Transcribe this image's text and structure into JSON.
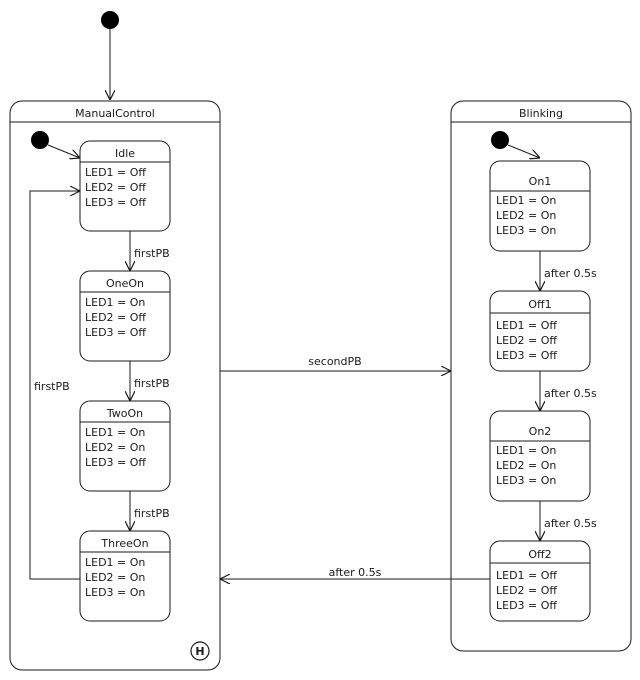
{
  "composites": {
    "manual": {
      "title": "ManualControl",
      "history_marker": "H"
    },
    "blinking": {
      "title": "Blinking"
    }
  },
  "states": {
    "idle": {
      "name": "Idle",
      "lines": [
        "LED1 = Off",
        "LED2 = Off",
        "LED3 = Off"
      ]
    },
    "oneon": {
      "name": "OneOn",
      "lines": [
        "LED1 = On",
        "LED2 = Off",
        "LED3 = Off"
      ]
    },
    "twoon": {
      "name": "TwoOn",
      "lines": [
        "LED1 = On",
        "LED2 = On",
        "LED3 = Off"
      ]
    },
    "threeon": {
      "name": "ThreeOn",
      "lines": [
        "LED1 = On",
        "LED2 = On",
        "LED3 = On"
      ]
    },
    "on1": {
      "name": "On1",
      "lines": [
        "LED1 = On",
        "LED2 = On",
        "LED3 = On"
      ]
    },
    "off1": {
      "name": "Off1",
      "lines": [
        "LED1 = Off",
        "LED2 = Off",
        "LED3 = Off"
      ]
    },
    "on2": {
      "name": "On2",
      "lines": [
        "LED1 = On",
        "LED2 = On",
        "LED3 = On"
      ]
    },
    "off2": {
      "name": "Off2",
      "lines": [
        "LED1 = Off",
        "LED2 = Off",
        "LED3 = Off"
      ]
    }
  },
  "transitions": {
    "idle_oneon": "firstPB",
    "oneon_twoon": "firstPB",
    "twoon_threeon": "firstPB",
    "threeon_idle": "firstPB",
    "manual_blinking": "secondPB",
    "on1_off1": "after 0.5s",
    "off1_on2": "after 0.5s",
    "on2_off2": "after 0.5s",
    "off2_manual": "after 0.5s"
  }
}
